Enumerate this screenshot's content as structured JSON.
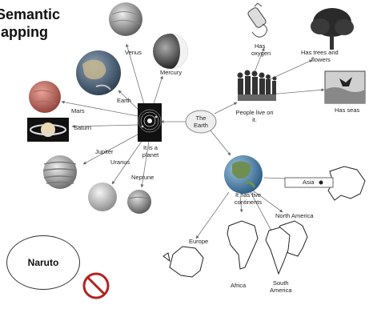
{
  "title": {
    "line1": "Semantic",
    "line2": "Mapping"
  },
  "center": {
    "label": "The Earth"
  },
  "planet_branch": {
    "hub_label": "It is a planet",
    "planets": [
      {
        "id": "venus",
        "label": "Venus"
      },
      {
        "id": "mercury",
        "label": "Mercury"
      },
      {
        "id": "earth",
        "label": "Earth"
      },
      {
        "id": "mars",
        "label": "Mars"
      },
      {
        "id": "saturn",
        "label": "Saturn"
      },
      {
        "id": "jupiter",
        "label": "Jupiter"
      },
      {
        "id": "uranus",
        "label": "Uranus"
      },
      {
        "id": "neptune",
        "label": "Neptune"
      }
    ]
  },
  "people_branch": {
    "hub_label": "People live on it.",
    "items": [
      {
        "id": "oxygen",
        "label": "Has oxygen"
      },
      {
        "id": "trees",
        "label": "Has trees and flowers"
      },
      {
        "id": "seas",
        "label": "Has seas"
      }
    ]
  },
  "continents_branch": {
    "hub_label": "It has five continents",
    "continents": [
      {
        "id": "asia",
        "label": "Asia"
      },
      {
        "id": "north-america",
        "label": "North America"
      },
      {
        "id": "europe",
        "label": "Europe"
      },
      {
        "id": "africa",
        "label": "Africa"
      },
      {
        "id": "south-america",
        "label": "South America"
      }
    ]
  },
  "callout": {
    "label": "Naruto"
  },
  "colors": {
    "line": "#777777",
    "prohibit": "#b22222",
    "center_fill": "#eeeeee"
  }
}
